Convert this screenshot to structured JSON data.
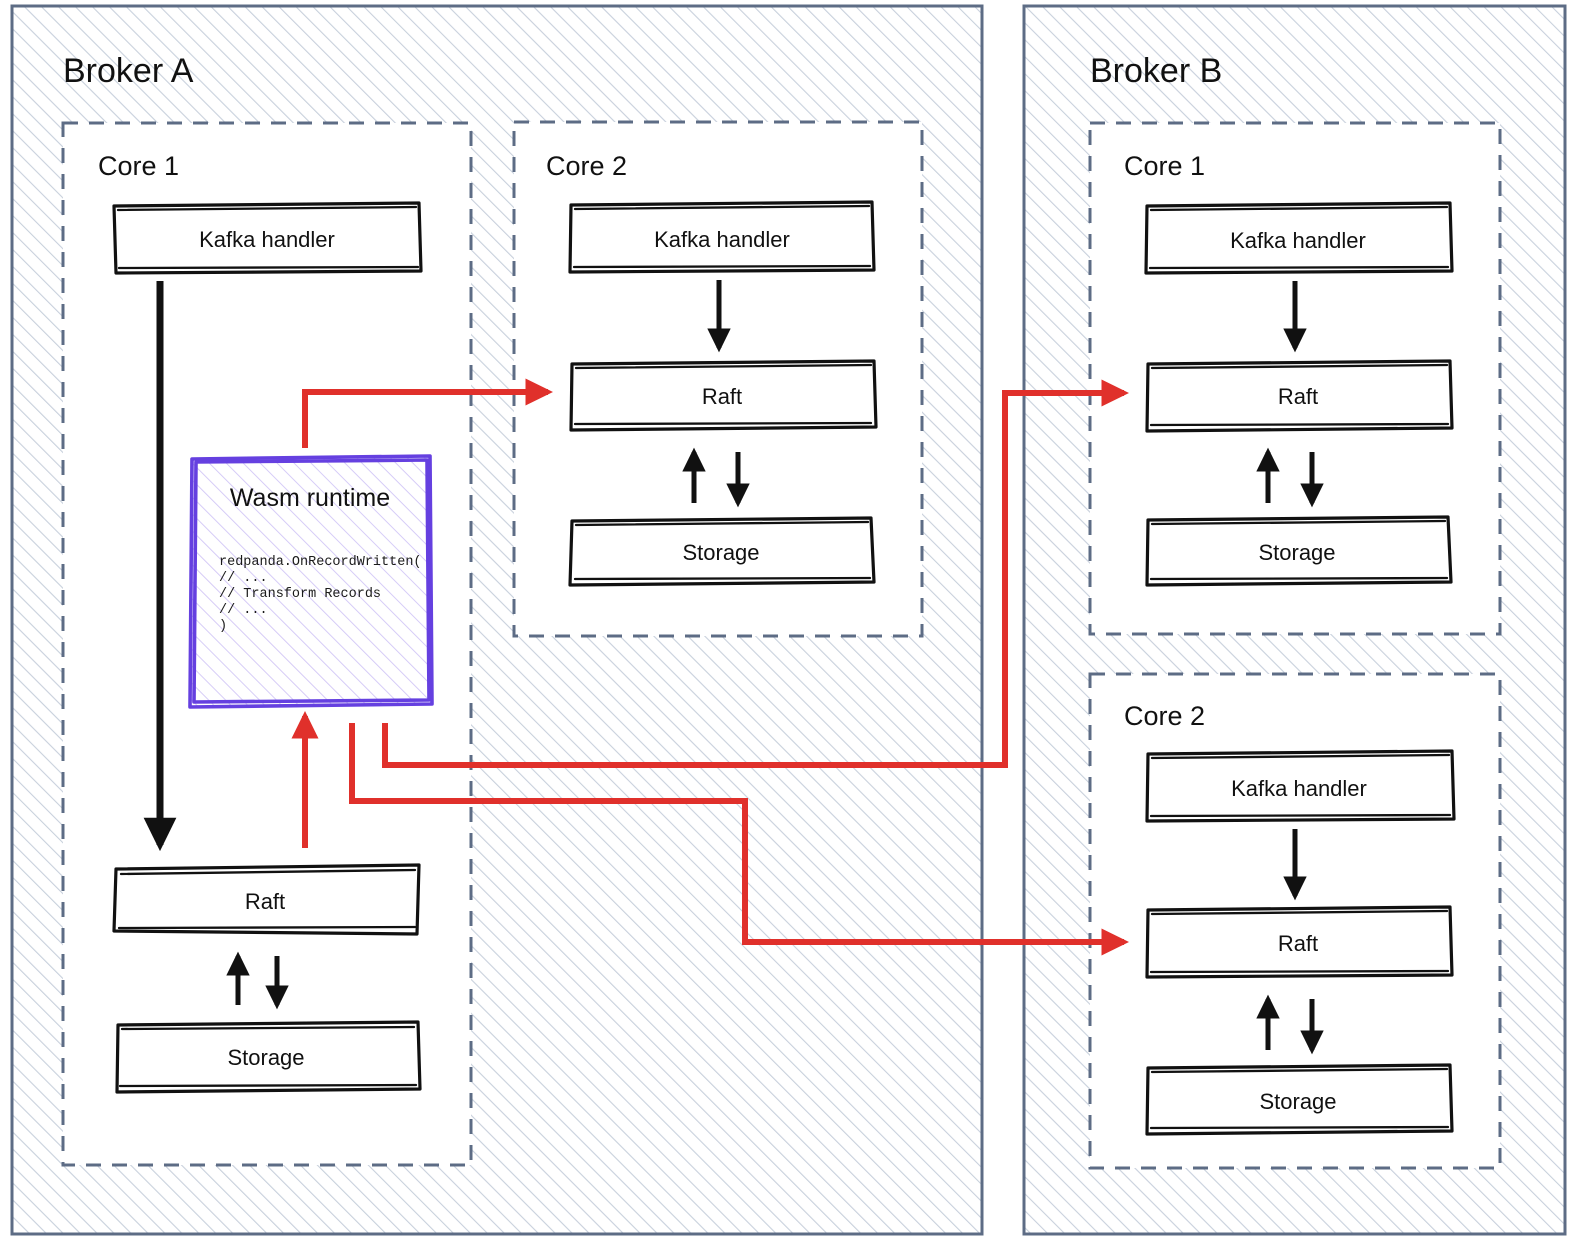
{
  "diagram": {
    "title_a": "Broker A",
    "title_b": "Broker B",
    "accent_red": "#e0302b",
    "accent_purple": "#6540e0",
    "border_blue": "#5d6c85",
    "hatch_color": "#c8d0dc"
  },
  "brokers": [
    {
      "name": "Broker A",
      "cores": [
        {
          "label": "Core 1",
          "boxes": [
            "Kafka handler",
            "Wasm runtime",
            "Raft",
            "Storage"
          ]
        },
        {
          "label": "Core 2",
          "boxes": [
            "Kafka handler",
            "Raft",
            "Storage"
          ]
        }
      ]
    },
    {
      "name": "Broker B",
      "cores": [
        {
          "label": "Core 1",
          "boxes": [
            "Kafka handler",
            "Raft",
            "Storage"
          ]
        },
        {
          "label": "Core 2",
          "boxes": [
            "Kafka handler",
            "Raft",
            "Storage"
          ]
        }
      ]
    }
  ],
  "labels": {
    "broker_a": "Broker A",
    "broker_b": "Broker B",
    "core_1": "Core 1",
    "core_2": "Core 2",
    "kafka_handler": "Kafka handler",
    "raft": "Raft",
    "storage": "Storage",
    "wasm_runtime": "Wasm runtime"
  },
  "wasm": {
    "title": "Wasm runtime",
    "code": [
      "redpanda.OnRecordWritten(",
      "//  ...",
      "//  Transform Records",
      "//  ...",
      ")"
    ]
  }
}
